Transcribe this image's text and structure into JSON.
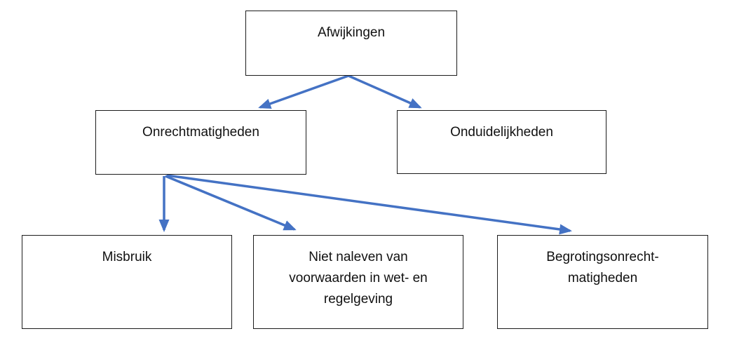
{
  "diagram": {
    "colors": {
      "arrow": "#4472C4",
      "box_border": "#1c1c1c",
      "box_fill": "#ffffff",
      "text": "#111111",
      "background": "#ffffff"
    },
    "nodes": {
      "afwijkingen": {
        "label": "Afwijkingen"
      },
      "onrechtmatigheden": {
        "label": "Onrechtmatigheden"
      },
      "onduidelijkheden": {
        "label": "Onduidelijkheden"
      },
      "misbruik": {
        "label": "Misbruik"
      },
      "niet_naleven": {
        "label": "Niet naleven van\nvoorwaarden in wet- en\nregelgeving"
      },
      "begrotingsonrechtmatigheden": {
        "label": "Begrotingsonrecht-\nmatigheden"
      }
    },
    "edges": [
      {
        "from": "Afwijkingen",
        "to": "Onrechtmatigheden"
      },
      {
        "from": "Afwijkingen",
        "to": "Onduidelijkheden"
      },
      {
        "from": "Onrechtmatigheden",
        "to": "Misbruik"
      },
      {
        "from": "Onrechtmatigheden",
        "to": "Niet naleven van voorwaarden in wet- en regelgeving"
      },
      {
        "from": "Onrechtmatigheden",
        "to": "Begrotingsonrecht-matigheden"
      }
    ]
  }
}
